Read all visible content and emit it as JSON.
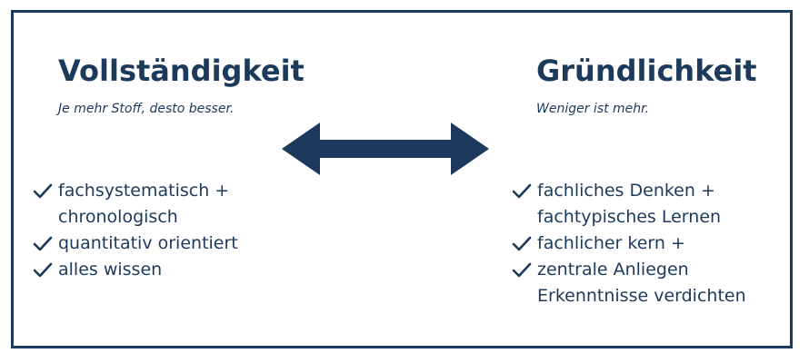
{
  "left": {
    "title": "Vollständigkeit",
    "subtitle": "Je mehr Stoff, desto besser.",
    "items": [
      {
        "lines": [
          "fachsystematisch +",
          "chronologisch"
        ]
      },
      {
        "lines": [
          "quantitativ orientiert"
        ]
      },
      {
        "lines": [
          "alles wissen"
        ]
      }
    ]
  },
  "right": {
    "title": "Gründlichkeit",
    "subtitle": "Weniger ist mehr.",
    "items": [
      {
        "lines": [
          "fachliches Denken +",
          "fachtypisches Lernen"
        ]
      },
      {
        "lines": [
          "fachlicher kern +"
        ]
      },
      {
        "lines": [
          "zentrale Anliegen",
          "Erkenntnisse verdichten"
        ]
      }
    ]
  },
  "icons": {
    "item_icon": "check-icon",
    "connector_icon": "double-arrow-icon"
  },
  "colors": {
    "primary": "#1b3a5c",
    "background": "#ffffff"
  }
}
